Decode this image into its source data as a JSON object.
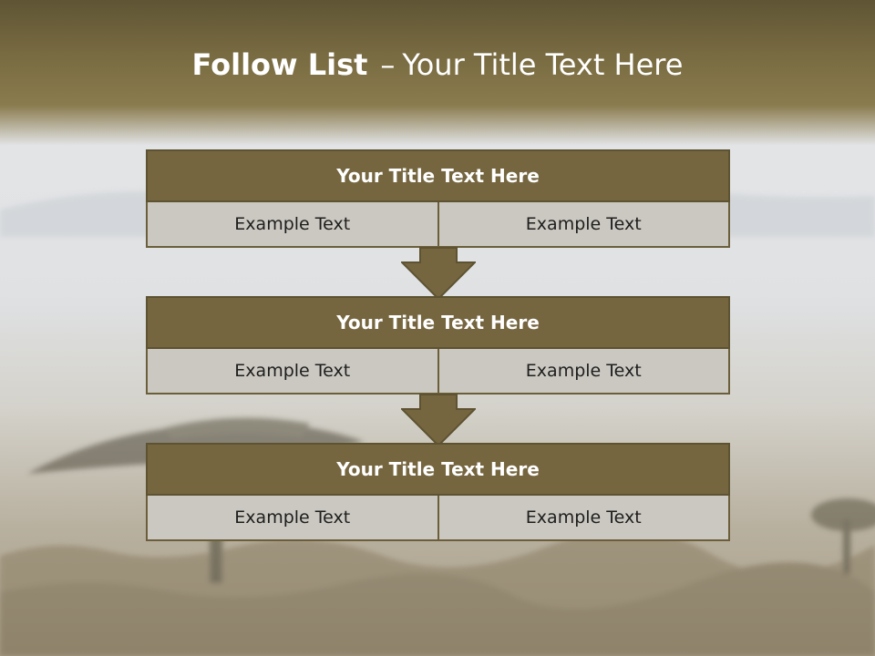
{
  "title": {
    "bold": "Follow List",
    "dash": "–",
    "rest": "Your Title Text Here"
  },
  "steps": [
    {
      "title": "Your Title Text Here",
      "left": "Example Text",
      "right": "Example Text"
    },
    {
      "title": "Your Title Text Here",
      "left": "Example Text",
      "right": "Example Text"
    },
    {
      "title": "Your Title Text Here",
      "left": "Example Text",
      "right": "Example Text"
    }
  ],
  "colors": {
    "header": "#7a6c42",
    "box_head": "#766640",
    "box_cell": "#cac8c0",
    "arrow": "#766640"
  }
}
